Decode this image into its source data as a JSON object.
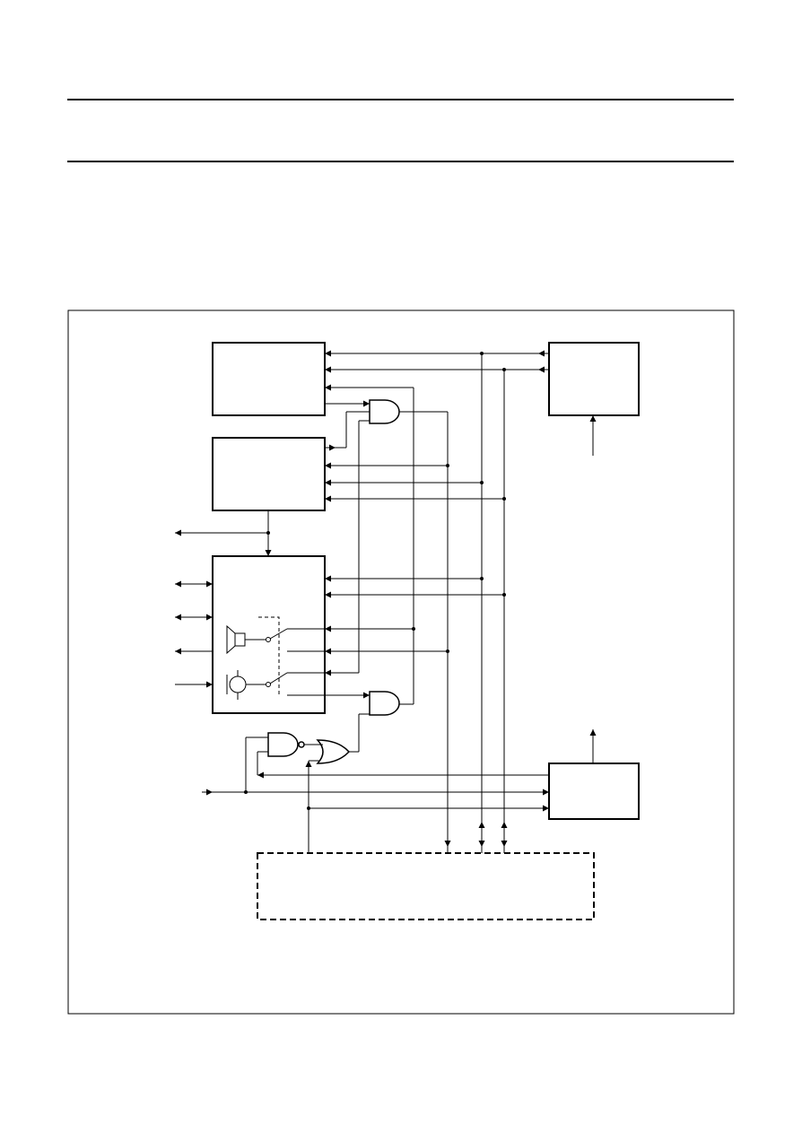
{
  "page": {
    "header_rules": 2
  },
  "figure": {
    "blocks": [
      {
        "id": "block-top-left"
      },
      {
        "id": "block-middle-left"
      },
      {
        "id": "block-audio-switch"
      },
      {
        "id": "block-top-right"
      },
      {
        "id": "block-bottom-right"
      },
      {
        "id": "block-bottom-dashed"
      }
    ],
    "gates": [
      {
        "id": "and-gate-top",
        "type": "AND"
      },
      {
        "id": "and-gate-bottom",
        "type": "AND"
      },
      {
        "id": "nand-gate",
        "type": "NAND"
      },
      {
        "id": "or-gate",
        "type": "OR"
      }
    ],
    "symbols": [
      "speaker-icon",
      "microphone-icon",
      "switch-icon"
    ]
  }
}
